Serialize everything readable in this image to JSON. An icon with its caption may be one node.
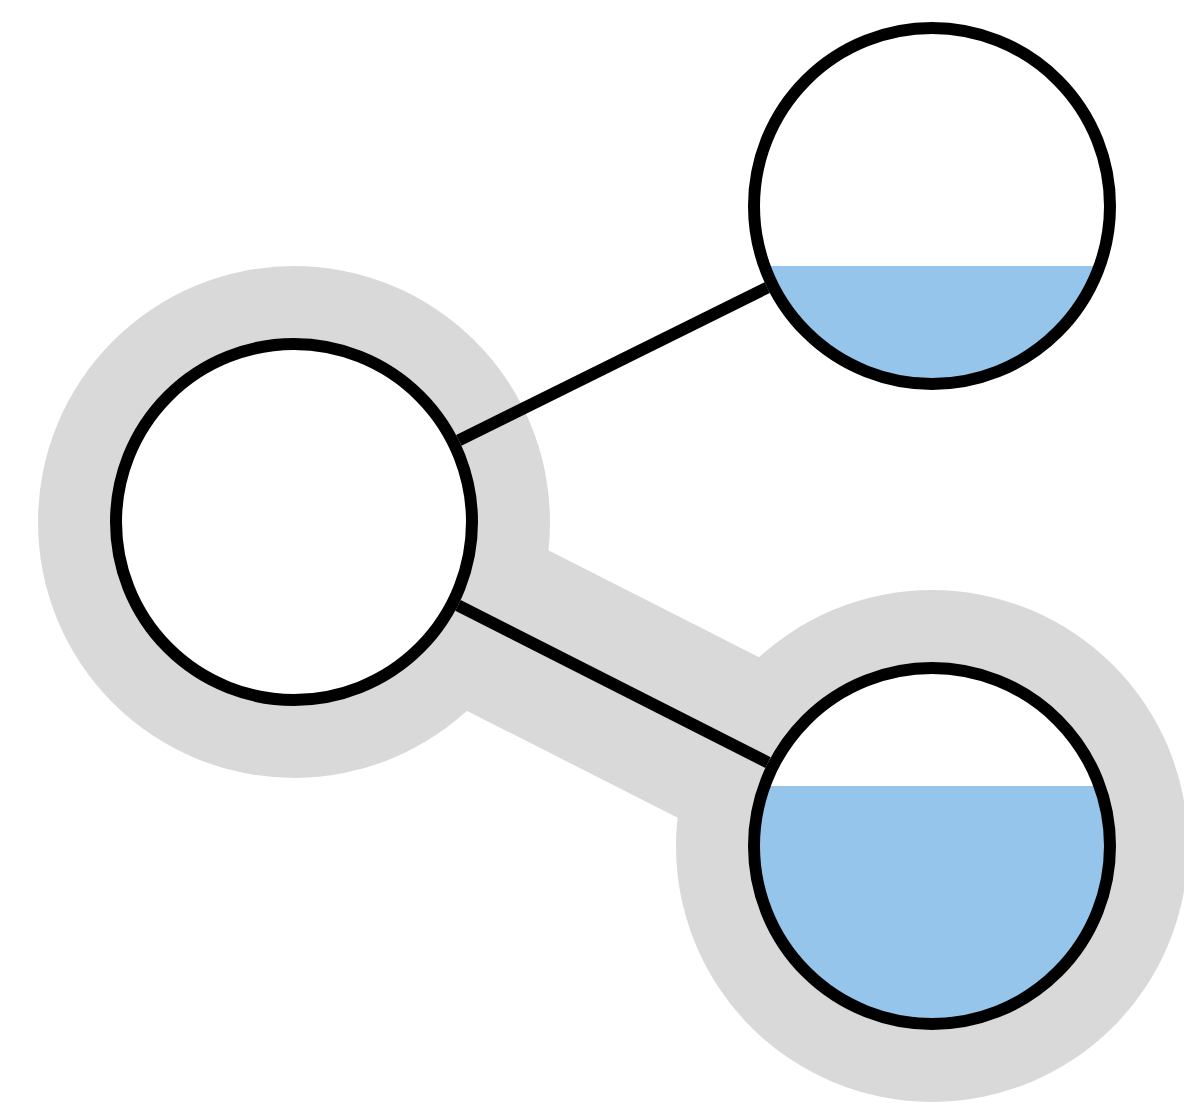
{
  "diagram": {
    "nodes": [
      {
        "text": [],
        "shape": "circle"
      },
      {
        "text": [],
        "shape": "circle"
      },
      {
        "text": [],
        "shape": "circle"
      }
    ],
    "edges": [
      {
        "from": 0,
        "to": 1,
        "arrow": "none"
      },
      {
        "from": 0,
        "to": 2,
        "arrow": "none"
      }
    ]
  }
}
